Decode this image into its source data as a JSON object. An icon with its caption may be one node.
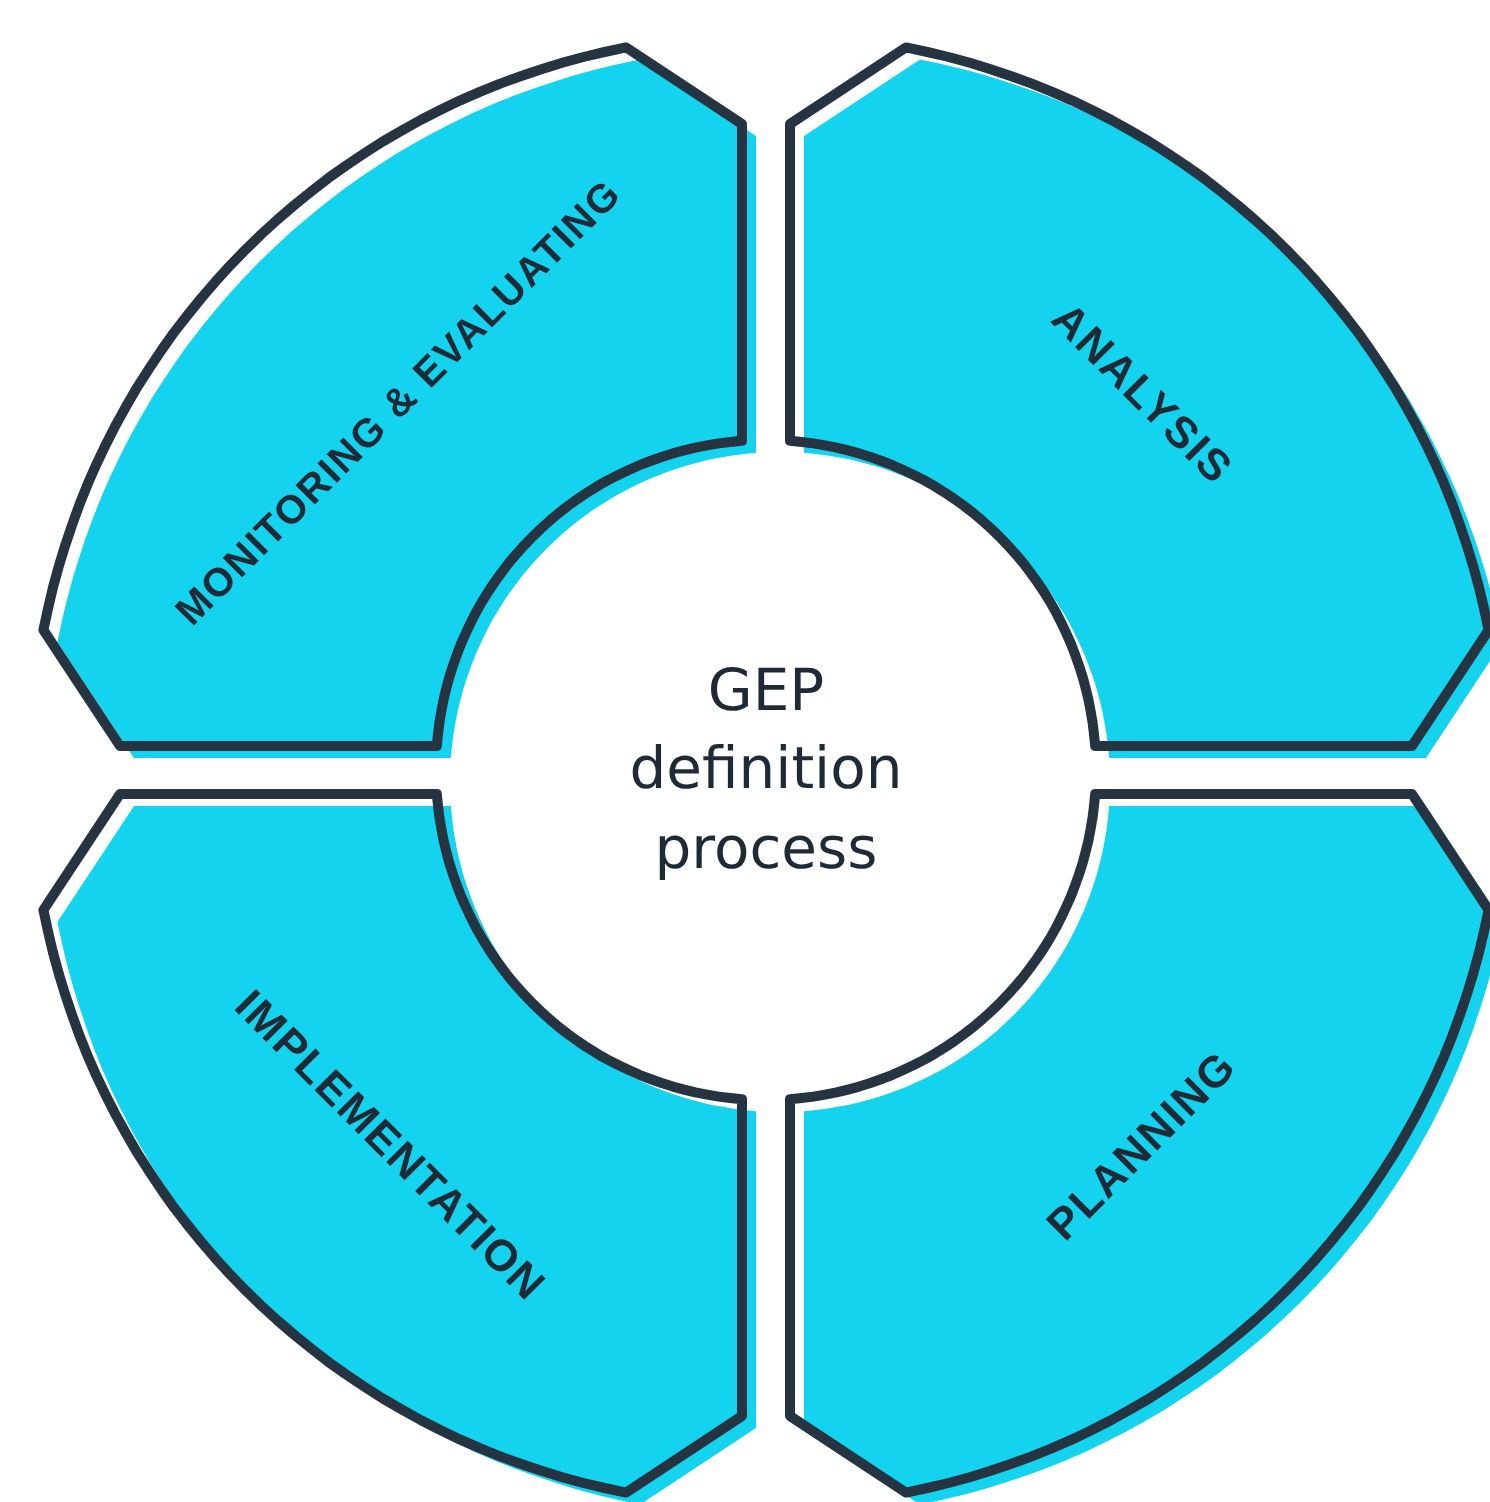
{
  "diagram": {
    "nodes": [
      {
        "text": [
          "MONITORING & EVALUATING"
        ]
      },
      {
        "text": [
          "ANALYSIS"
        ]
      },
      {
        "text": [
          "GEP definition process"
        ]
      },
      {
        "text": [
          "IMPLEMENTATION"
        ]
      },
      {
        "text": [
          "PLANNING"
        ]
      }
    ]
  }
}
